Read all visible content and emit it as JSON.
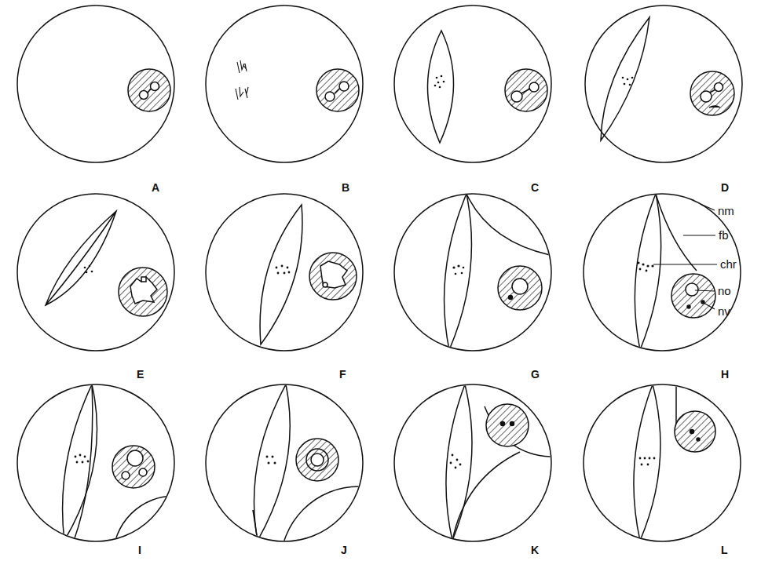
{
  "diagram": {
    "labels": [
      "A",
      "B",
      "C",
      "D",
      "E",
      "F",
      "G",
      "H",
      "I",
      "J",
      "K",
      "L",
      "nm",
      "fb",
      "chr",
      "no",
      "nv"
    ]
  }
}
